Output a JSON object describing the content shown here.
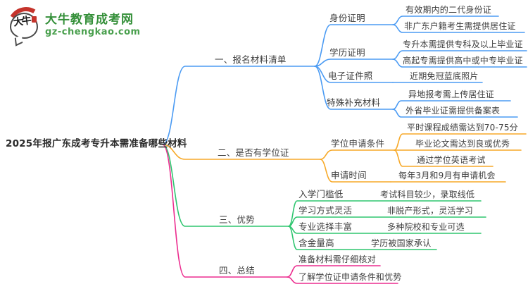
{
  "logo": {
    "icon_text": "大牛",
    "title": "大牛教育成考网",
    "subtitle": "gz-chengkao.com"
  },
  "colors": {
    "branch1": "#4b9bf3",
    "branch2": "#f7a928",
    "branch3": "#2ec56f",
    "branch4": "#ec2d8f",
    "text": "#3d3d3d",
    "logo_green": "#35903a",
    "logo_red": "#c5342c"
  },
  "mindmap": {
    "root": "2025年报广东成考专升本需准备哪些材料",
    "branches": [
      {
        "label": "一、报名材料清单",
        "color": "#4b9bf3",
        "nodes": [
          {
            "label": "身份证明",
            "leaves": [
              "有效期内的二代身份证",
              "非广东户籍考生需提供居住证"
            ]
          },
          {
            "label": "学历证明",
            "leaves": [
              "专升本需提供专科及以上毕业证",
              "高起专需提供高中或中专毕业证"
            ]
          },
          {
            "label": "电子证件照",
            "leaves": [
              "近期免冠蓝底照片"
            ]
          },
          {
            "label": "特殊补充材料",
            "leaves": [
              "异地报考需上传居住证",
              "外省毕业证需提供备案表"
            ]
          }
        ]
      },
      {
        "label": "二、是否有学位证",
        "color": "#f7a928",
        "nodes": [
          {
            "label": "学位申请条件",
            "leaves": [
              "平时课程成绩需达到70-75分",
              "毕业论文需达到良或优秀",
              "通过学位英语考试"
            ]
          },
          {
            "label": "申请时间",
            "leaves": [
              "每年3月和9月有申请机会"
            ]
          }
        ]
      },
      {
        "label": "三、优势",
        "color": "#2ec56f",
        "nodes": [
          {
            "label": "入学门槛低",
            "leaves": [
              "考试科目较少，录取线低"
            ]
          },
          {
            "label": "学习方式灵活",
            "leaves": [
              "非脱产形式，灵活学习"
            ]
          },
          {
            "label": "专业选择丰富",
            "leaves": [
              "多种院校和专业可选"
            ]
          },
          {
            "label": "含金量高",
            "leaves": [
              "学历被国家承认"
            ]
          }
        ]
      },
      {
        "label": "四、总结",
        "color": "#ec2d8f",
        "leaves": [
          "准备材料需仔细核对",
          "了解学位证申请条件和优势"
        ]
      }
    ]
  }
}
